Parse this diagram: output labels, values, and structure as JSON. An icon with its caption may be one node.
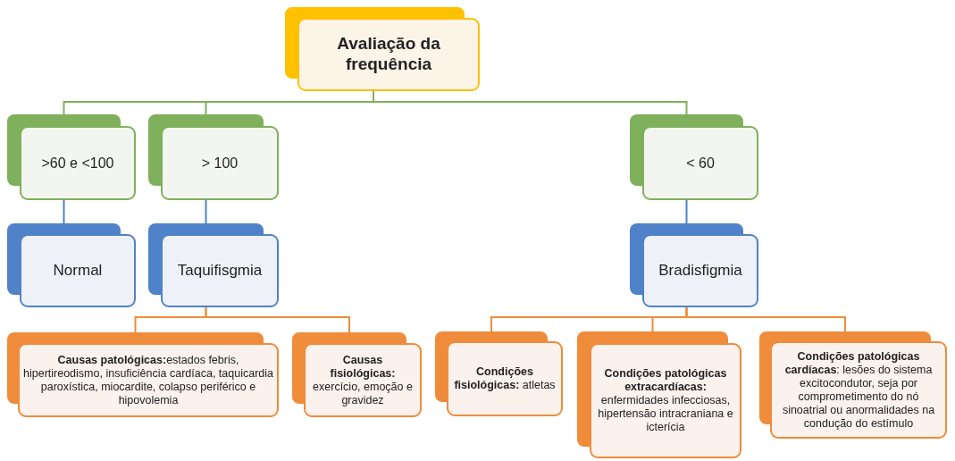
{
  "diagram": {
    "nodes": [
      {
        "text": [
          "Avaliação da frequência"
        ]
      },
      {
        "text": [
          ">60 e <100"
        ]
      },
      {
        "text": [
          "> 100"
        ]
      },
      {
        "text": [
          "< 60"
        ]
      },
      {
        "text": [
          "Normal"
        ]
      },
      {
        "text": [
          "Taquifisgmia"
        ]
      },
      {
        "text": [
          "Bradisfigmia"
        ]
      },
      {
        "text": [
          "**Causas patológicas:**estados febris, hipertireodismo, insuficiência cardíaca, taquicardia paroxística, miocardite, colapso periférico e hipovolemia"
        ]
      },
      {
        "text": [
          "**Causas fisiológicas:** exercício, emoção e gravidez"
        ]
      },
      {
        "text": [
          "**Condições fisiológicas:** atletas"
        ]
      },
      {
        "text": [
          "**Condições patológicas extracardíacas:** enfermidades infecciosas, hipertensão intracraniana e icterícia"
        ]
      },
      {
        "text": [
          "**Condições patológicas cardíacas**: lesões do sistema excitocondutor, seja por comprometimento do nó sinoatrial ou anormalidades na condução do estímulo"
        ]
      }
    ],
    "edges": [
      {
        "from": 0,
        "to": 1,
        "arrow": "none",
        "color": "#7fb05b"
      },
      {
        "from": 0,
        "to": 2,
        "arrow": "none",
        "color": "#7fb05b"
      },
      {
        "from": 0,
        "to": 3,
        "arrow": "none",
        "color": "#7fb05b"
      },
      {
        "from": 1,
        "to": 4,
        "arrow": "none",
        "color": "#4f82c8"
      },
      {
        "from": 2,
        "to": 5,
        "arrow": "none",
        "color": "#4f82c8"
      },
      {
        "from": 3,
        "to": 6,
        "arrow": "none",
        "color": "#4f82c8"
      },
      {
        "from": 5,
        "to": 7,
        "arrow": "none"
      },
      {
        "from": 5,
        "to": 8,
        "arrow": "none"
      },
      {
        "from": 6,
        "to": 9,
        "arrow": "none"
      },
      {
        "from": 6,
        "to": 10,
        "arrow": "none"
      },
      {
        "from": 6,
        "to": 11,
        "arrow": "none"
      }
    ]
  }
}
